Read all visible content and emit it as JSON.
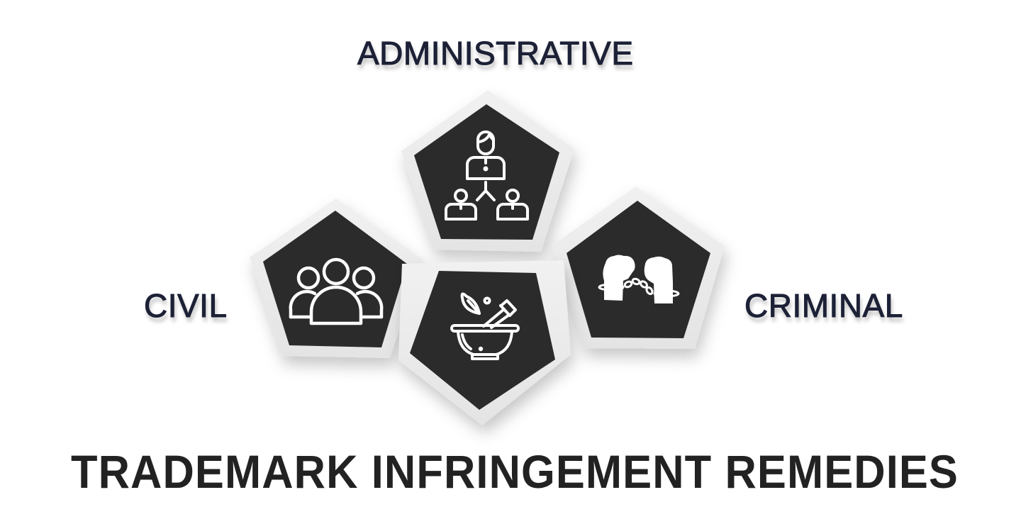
{
  "title": "TRADEMARK INFRINGEMENT REMEDIES",
  "categories": [
    {
      "id": "administrative",
      "label": "ADMINISTRATIVE",
      "icon": "organization-hierarchy-icon"
    },
    {
      "id": "civil",
      "label": "CIVIL",
      "icon": "group-people-icon"
    },
    {
      "id": "remedy",
      "label": "",
      "icon": "mortar-pestle-icon"
    },
    {
      "id": "criminal",
      "label": "CRIMINAL",
      "icon": "handcuffed-hands-icon"
    }
  ],
  "colors": {
    "label_text": "#1c2136",
    "title_text": "#222222",
    "pentagon_fill": "#2b2b2c",
    "pentagon_frame": "#ebebeb",
    "icon_stroke": "#ffffff",
    "background": "#ffffff"
  }
}
